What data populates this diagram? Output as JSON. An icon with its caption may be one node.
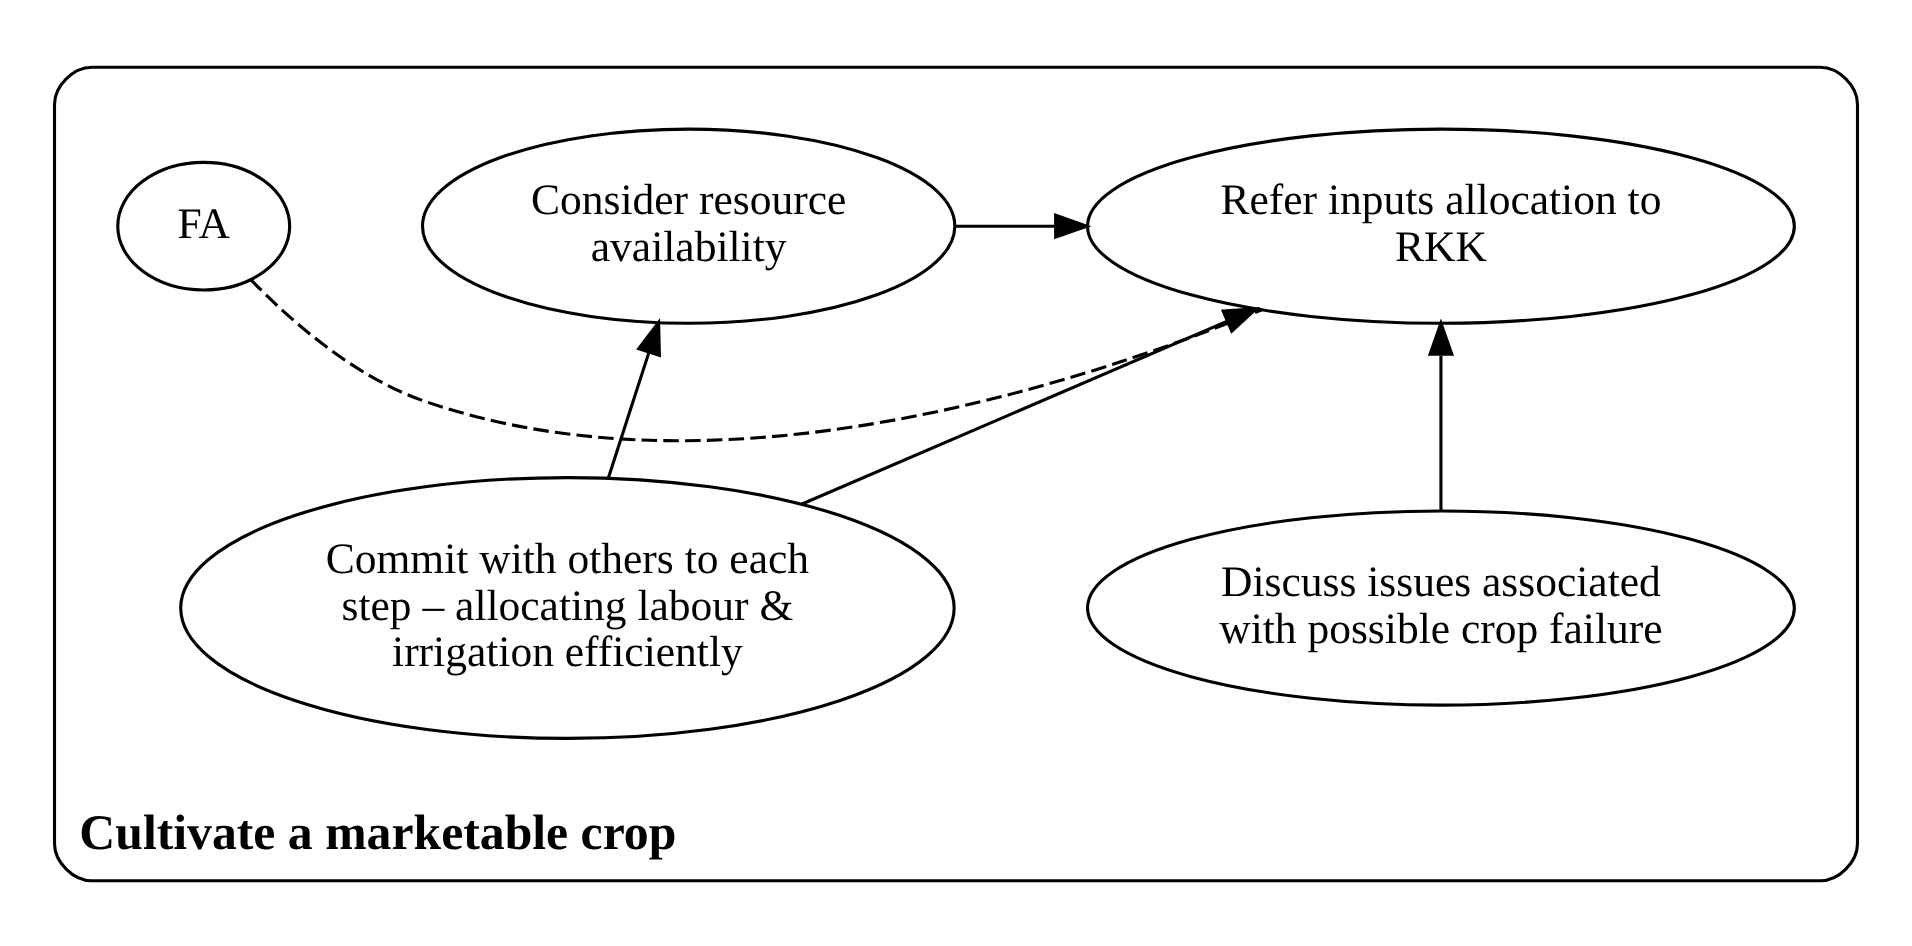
{
  "diagram": {
    "nodes": [
      {
        "text": [
          "Cultivate a marketable crop"
        ]
      },
      {
        "text": [
          "FA"
        ],
        "in": 0
      },
      {
        "text": [
          "Refer inputs allocation to RKK"
        ],
        "in": 0
      },
      {
        "text": [
          "Consider resource availability"
        ],
        "in": 0
      },
      {
        "text": [
          "Commit with others to each step – allocating labour & irrigation efficiently"
        ],
        "in": 0
      },
      {
        "text": [
          "Discuss issues associated with possible crop failure"
        ],
        "in": 0
      }
    ],
    "edges": [
      {
        "from": 1,
        "to": 2,
        "arrow": "none",
        "style": "dashed"
      },
      {
        "from": 3,
        "to": 2,
        "arrow": "to"
      },
      {
        "from": 4,
        "to": 3,
        "arrow": "to"
      },
      {
        "from": 4,
        "to": 2,
        "arrow": "to"
      },
      {
        "from": 5,
        "to": 2,
        "arrow": "to"
      }
    ]
  }
}
